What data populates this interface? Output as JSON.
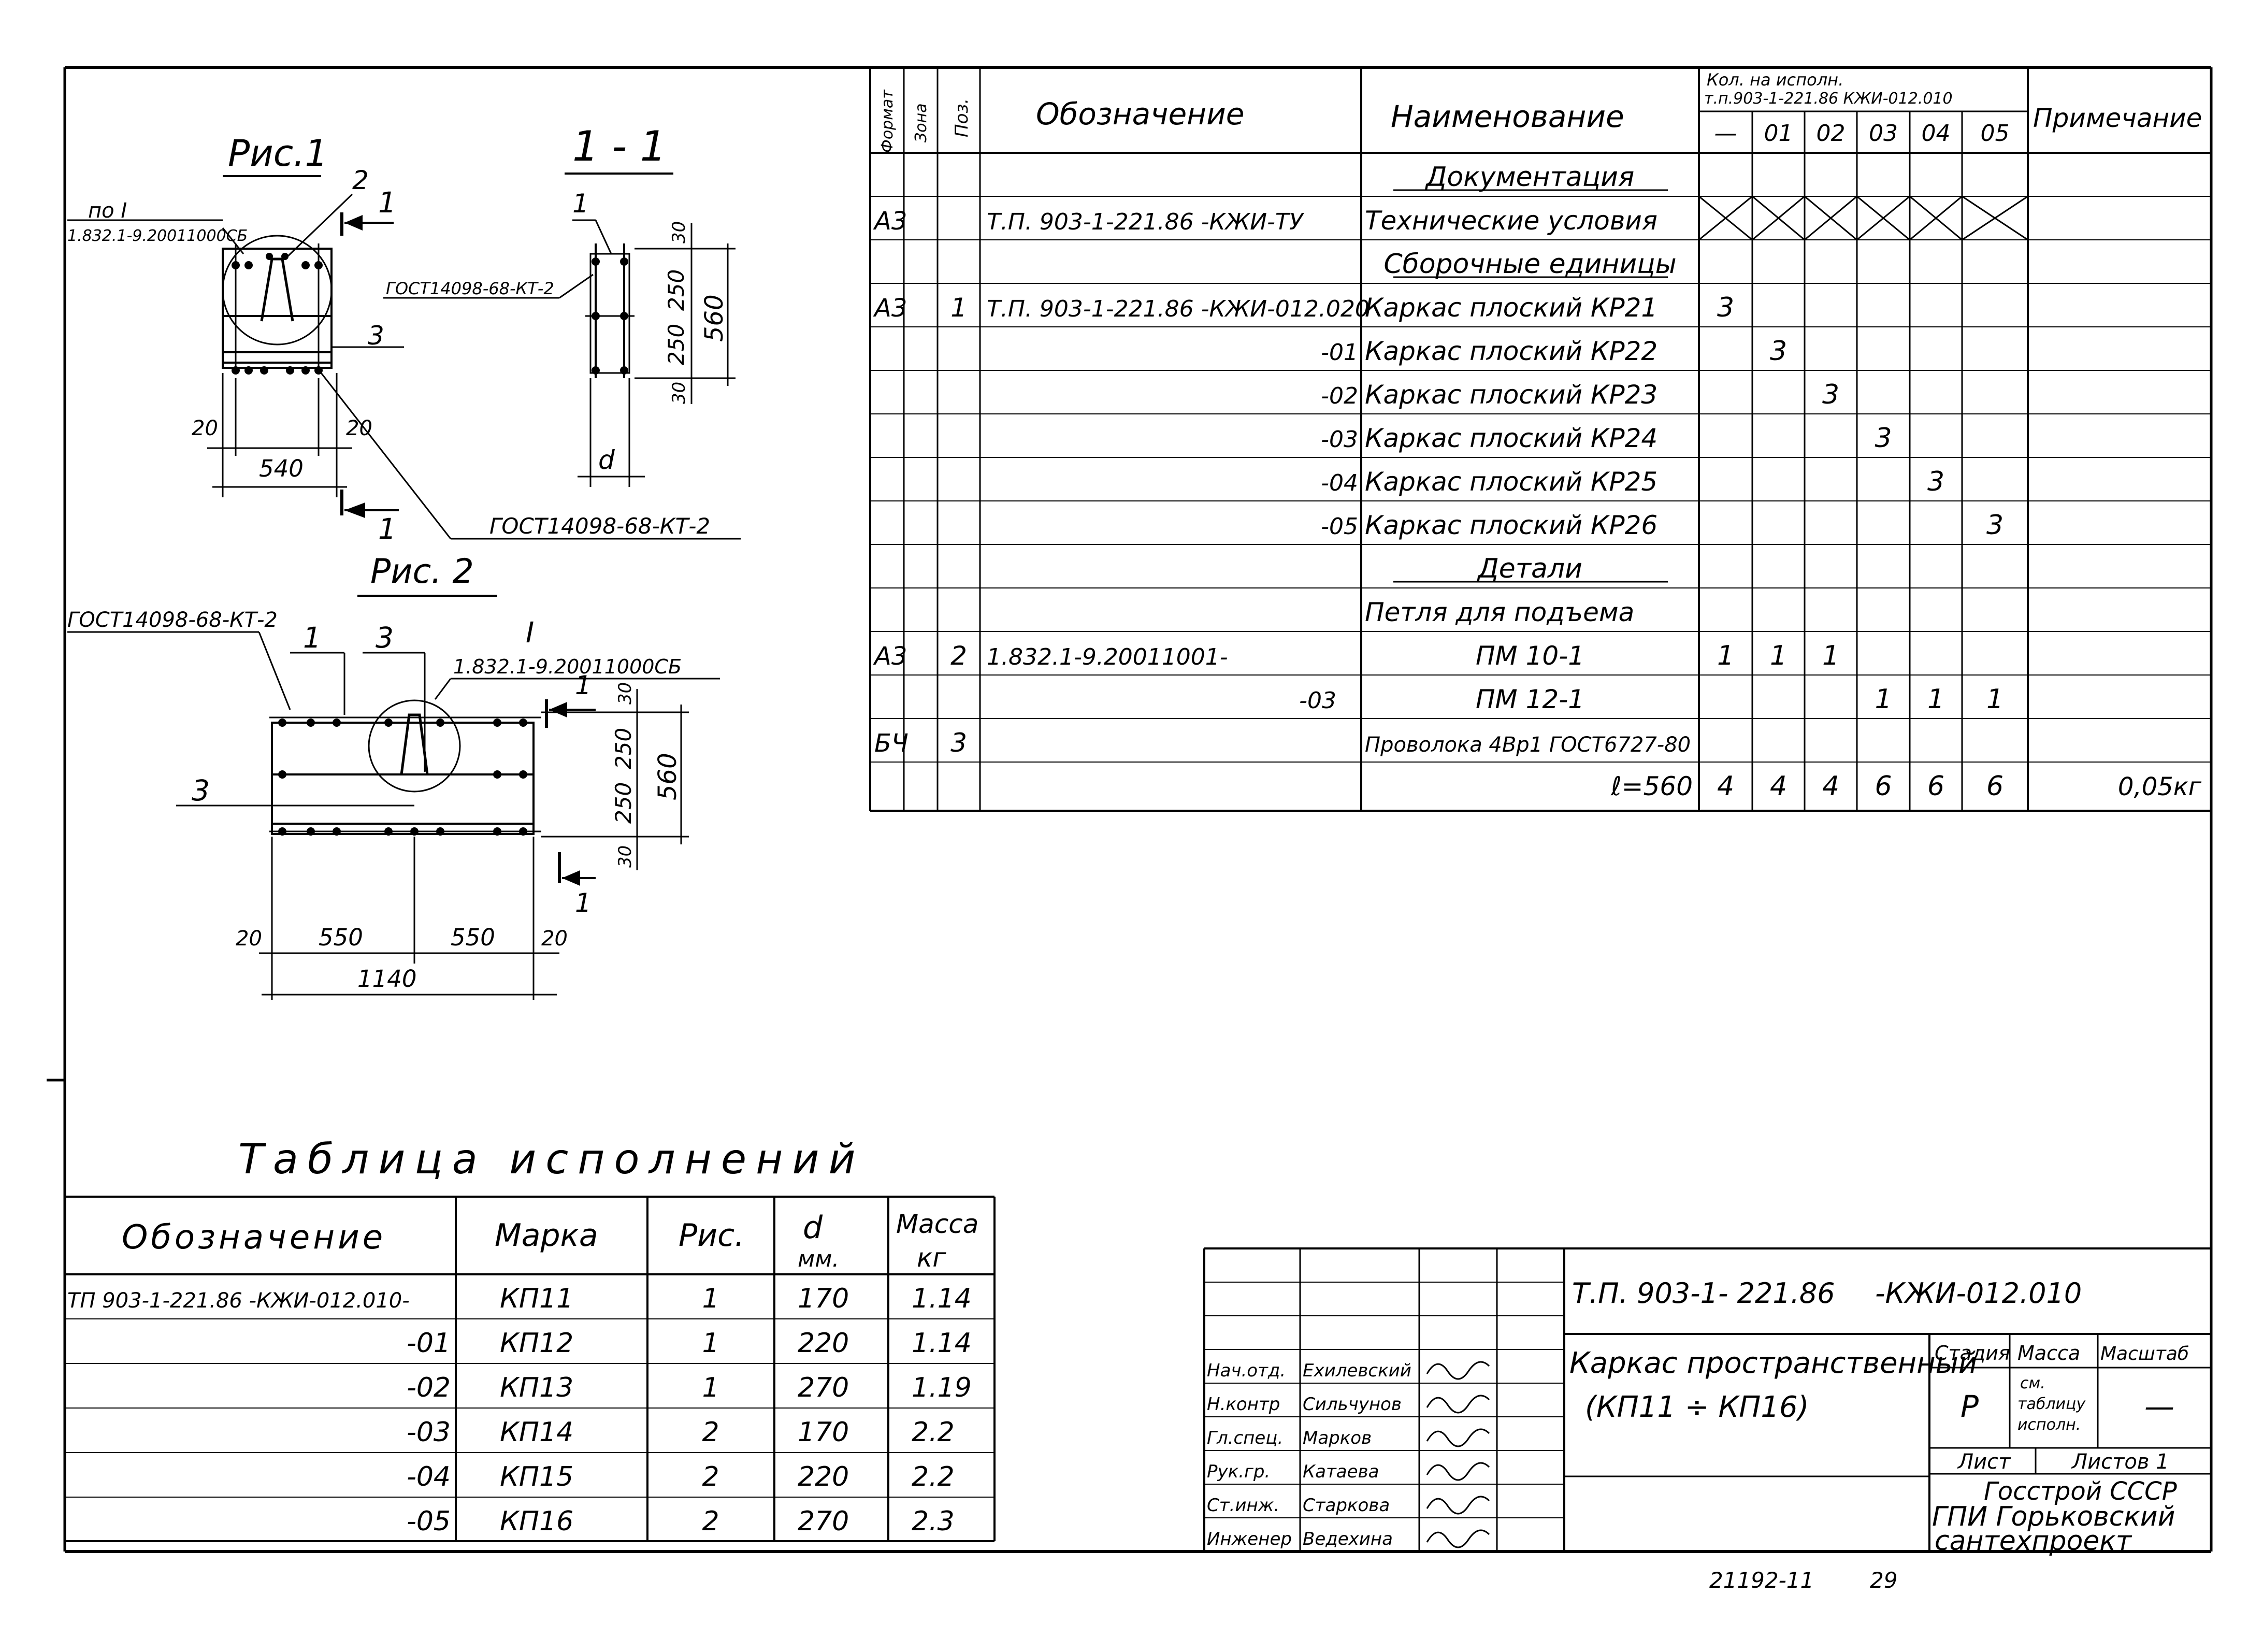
{
  "sheet": {
    "stamp_number": "21192-11",
    "stamp_page": "29"
  },
  "figures": {
    "fig1": {
      "title": "Рис.1",
      "node_label": "по I",
      "node_ref": "1.832.1-9.20011000СБ",
      "pos2": "2",
      "pos3": "3",
      "cut": "1",
      "dim_540": "540",
      "dim_20a": "20",
      "dim_20b": "20",
      "gost_label": "ГОСТ14098-68-КТ-2"
    },
    "section": {
      "title": "1 - 1",
      "pos1": "1",
      "gost_label": "ГОСТ14098-68-КТ-2",
      "dim_30a": "30",
      "dim_250a": "250",
      "dim_250b": "250",
      "dim_30b": "30",
      "dim_560": "560",
      "dim_d": "d"
    },
    "fig2": {
      "title": "Рис. 2",
      "gost_label": "ГОСТ14098-68-КТ-2",
      "pos1": "1",
      "pos3a": "3",
      "pos3b": "3",
      "node_label": "I",
      "node_ref": "1.832.1-9.20011000СБ",
      "cut": "1",
      "dim_30a": "30",
      "dim_250a": "250",
      "dim_250b": "250",
      "dim_30b": "30",
      "dim_560": "560",
      "dim_20a": "20",
      "dim_550a": "550",
      "dim_550b": "550",
      "dim_20b": "20",
      "dim_1140": "1140"
    }
  },
  "spec": {
    "headers": {
      "format": "Формат",
      "zone": "Зона",
      "pos": "Поз.",
      "designation": "Обозначение",
      "name": "Наименование",
      "qty_group": "Кол. на исполн.",
      "qty_group_ref": "т.п.903-1-221.86 КЖИ-012.010",
      "variants": [
        "—",
        "01",
        "02",
        "03",
        "04",
        "05"
      ],
      "note": "Примечание"
    },
    "rows": [
      {
        "format": "",
        "zone": "",
        "pos": "",
        "designation": "",
        "name": "Документация",
        "section": true,
        "qty": [
          "",
          "",
          "",
          "",
          "",
          ""
        ],
        "note": ""
      },
      {
        "format": "А3",
        "zone": "",
        "pos": "",
        "designation": "Т.П. 903-1-221.86  -КЖИ-ТУ",
        "name": "Технические условия",
        "section": false,
        "crossed": true,
        "qty": [
          "",
          "",
          "",
          "",
          "",
          ""
        ],
        "note": ""
      },
      {
        "format": "",
        "zone": "",
        "pos": "",
        "designation": "",
        "name": "Сборочные единицы",
        "section": true,
        "qty": [
          "",
          "",
          "",
          "",
          "",
          ""
        ],
        "note": ""
      },
      {
        "format": "А3",
        "zone": "",
        "pos": "1",
        "designation": "Т.П. 903-1-221.86  -КЖИ-012.020",
        "name": "Каркас плоский КР21",
        "section": false,
        "qty": [
          "3",
          "",
          "",
          "",
          "",
          ""
        ],
        "note": ""
      },
      {
        "format": "",
        "zone": "",
        "pos": "",
        "designation": "-01",
        "name": "Каркас плоский КР22",
        "section": false,
        "qty": [
          "",
          "3",
          "",
          "",
          "",
          ""
        ],
        "note": ""
      },
      {
        "format": "",
        "zone": "",
        "pos": "",
        "designation": "-02",
        "name": "Каркас плоский КР23",
        "section": false,
        "qty": [
          "",
          "",
          "3",
          "",
          "",
          ""
        ],
        "note": ""
      },
      {
        "format": "",
        "zone": "",
        "pos": "",
        "designation": "-03",
        "name": "Каркас плоский КР24",
        "section": false,
        "qty": [
          "",
          "",
          "",
          "3",
          "",
          ""
        ],
        "note": ""
      },
      {
        "format": "",
        "zone": "",
        "pos": "",
        "designation": "-04",
        "name": "Каркас плоский КР25",
        "section": false,
        "qty": [
          "",
          "",
          "",
          "",
          "3",
          ""
        ],
        "note": ""
      },
      {
        "format": "",
        "zone": "",
        "pos": "",
        "designation": "-05",
        "name": "Каркас плоский КР26",
        "section": false,
        "qty": [
          "",
          "",
          "",
          "",
          "",
          "3"
        ],
        "note": ""
      },
      {
        "format": "",
        "zone": "",
        "pos": "",
        "designation": "",
        "name": "Детали",
        "section": true,
        "qty": [
          "",
          "",
          "",
          "",
          "",
          ""
        ],
        "note": ""
      },
      {
        "format": "",
        "zone": "",
        "pos": "",
        "designation": "",
        "name": "Петля для подъема",
        "section": false,
        "qty": [
          "",
          "",
          "",
          "",
          "",
          ""
        ],
        "note": ""
      },
      {
        "format": "А3",
        "zone": "",
        "pos": "2",
        "designation": "1.832.1-9.20011001-",
        "name": "ПМ 10-1",
        "section": false,
        "center": true,
        "qty": [
          "1",
          "1",
          "1",
          "",
          "",
          ""
        ],
        "note": ""
      },
      {
        "format": "",
        "zone": "",
        "pos": "",
        "designation": "-03",
        "name": "ПМ 12-1",
        "section": false,
        "center": true,
        "qty": [
          "",
          "",
          "",
          "1",
          "1",
          "1"
        ],
        "note": ""
      },
      {
        "format": "БЧ",
        "zone": "",
        "pos": "3",
        "designation": "",
        "name": "Проволока 4Вр1 ГОСТ6727-80",
        "section": false,
        "qty": [
          "",
          "",
          "",
          "",
          "",
          ""
        ],
        "note": ""
      },
      {
        "format": "",
        "zone": "",
        "pos": "",
        "designation": "",
        "name": "ℓ=560",
        "section": false,
        "right": true,
        "qty": [
          "4",
          "4",
          "4",
          "6",
          "6",
          "6"
        ],
        "note": "0,05кг"
      }
    ]
  },
  "variants_table": {
    "title": "Таблица исполнений",
    "headers": {
      "designation": "Обозначение",
      "mark": "Марка",
      "fig": "Рис.",
      "d": "d",
      "d_unit": "мм.",
      "mass": "Масса",
      "mass_unit": "кг"
    },
    "rows": [
      {
        "designation": "ТП 903-1-221.86  -КЖИ-012.010-",
        "mark": "КП11",
        "fig": "1",
        "d": "170",
        "mass": "1.14"
      },
      {
        "designation": "-01",
        "mark": "КП12",
        "fig": "1",
        "d": "220",
        "mass": "1.14"
      },
      {
        "designation": "-02",
        "mark": "КП13",
        "fig": "1",
        "d": "270",
        "mass": "1.19"
      },
      {
        "designation": "-03",
        "mark": "КП14",
        "fig": "2",
        "d": "170",
        "mass": "2.2"
      },
      {
        "designation": "-04",
        "mark": "КП15",
        "fig": "2",
        "d": "220",
        "mass": "2.2"
      },
      {
        "designation": "-05",
        "mark": "КП16",
        "fig": "2",
        "d": "270",
        "mass": "2.3"
      }
    ]
  },
  "title_block": {
    "doc_number": "Т.П. 903-1- 221.86",
    "doc_code": "-КЖИ-012.010",
    "title_line1": "Каркас пространственный",
    "title_line2": "(КП11 ÷ КП16)",
    "stage_label": "Стадия",
    "mass_label": "Масса",
    "scale_label": "Масштаб",
    "stage": "Р",
    "mass_note_1": "см.",
    "mass_note_2": "таблицу",
    "mass_note_3": "исполн.",
    "scale": "—",
    "sheet_label": "Лист",
    "sheets_label": "Листов 1",
    "org1": "Госстрой СССР",
    "org2": "ГПИ Горьковский",
    "org3": "сантехпроект",
    "signatures": [
      {
        "role": "Нач.отд.",
        "name": "Ехилевский"
      },
      {
        "role": "Н.контр",
        "name": "Сильчунов"
      },
      {
        "role": "Гл.спец.",
        "name": "Марков"
      },
      {
        "role": "Рук.гр.",
        "name": "Катаева"
      },
      {
        "role": "Ст.инж.",
        "name": "Старкова"
      },
      {
        "role": "Инженер",
        "name": "Ведехина"
      }
    ]
  }
}
